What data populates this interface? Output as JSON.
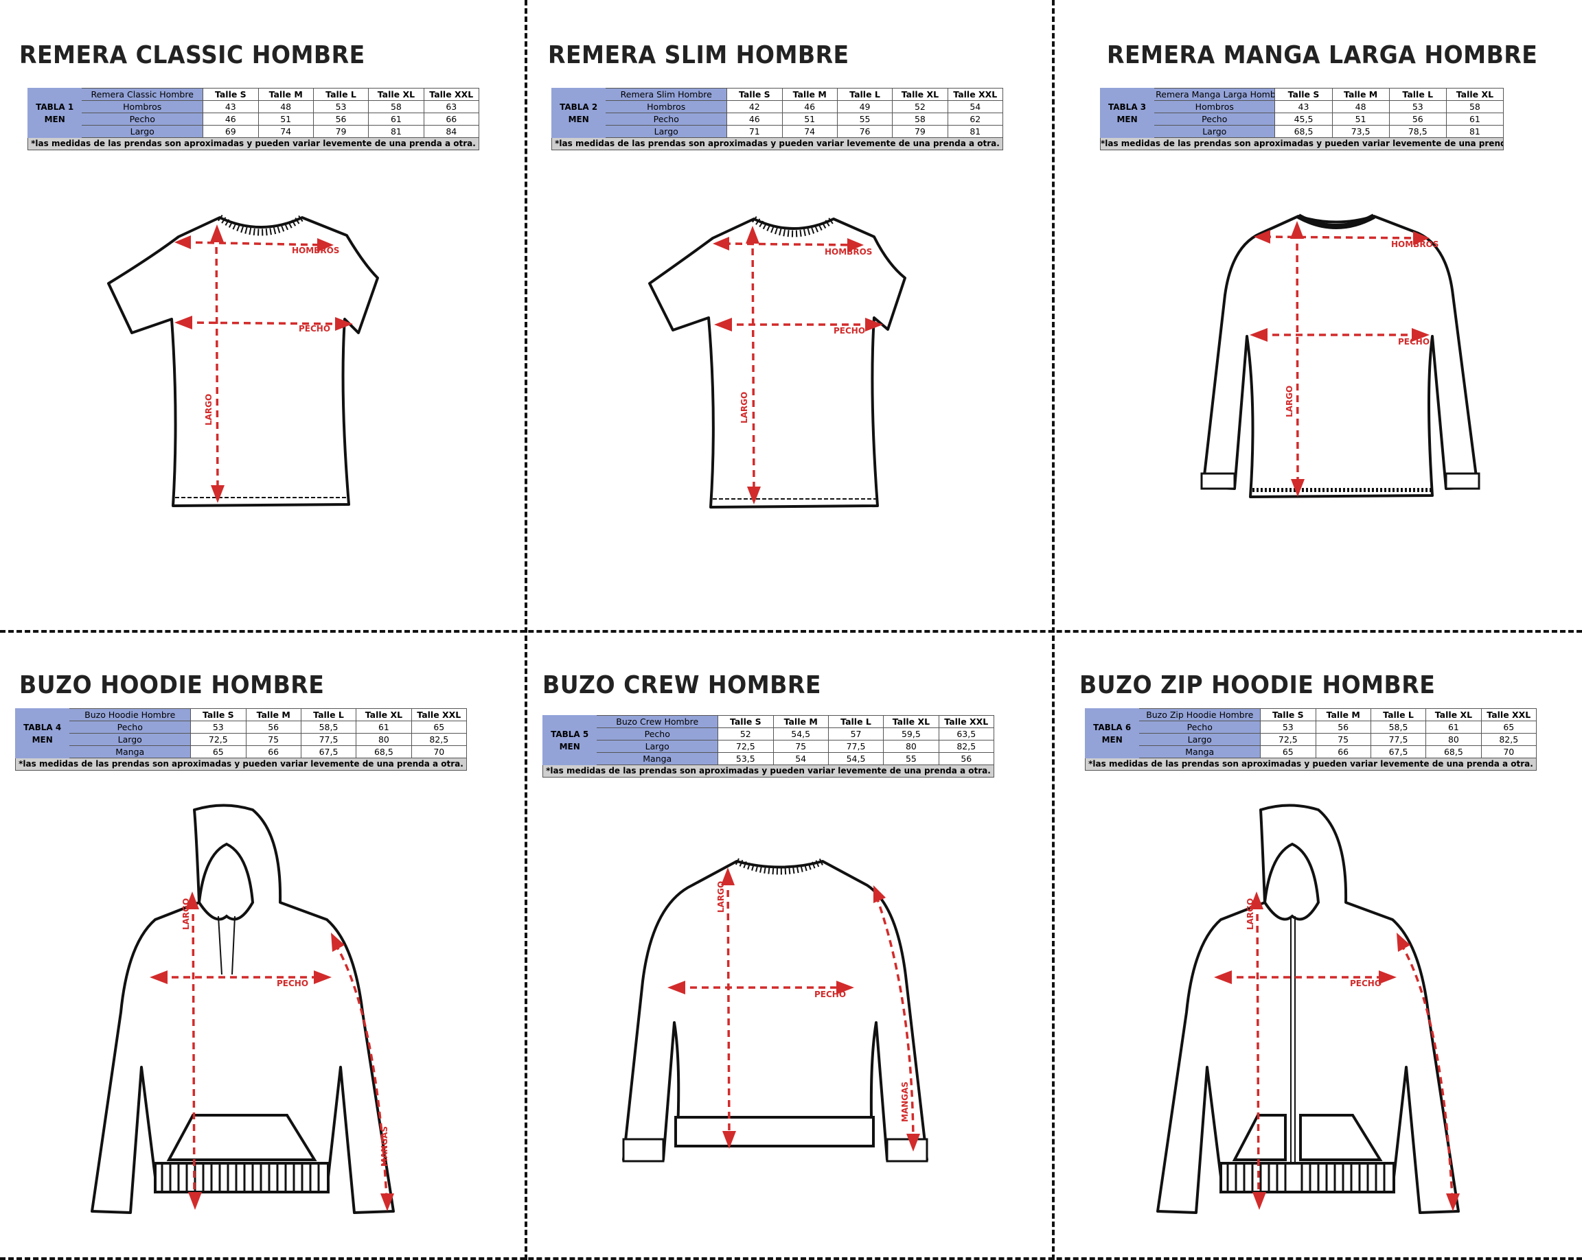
{
  "note_text": "*las medidas de las prendas son aproximadas y pueden variar levemente de una prenda a otra.",
  "measure_labels": {
    "hombros": "HOMBROS",
    "pecho": "PECHO",
    "largo": "LARGO",
    "mangas": "MANGAS"
  },
  "colors": {
    "accent_red": "#d22b2b",
    "table_blue": "#93a3d8",
    "note_gray": "#cfcfcf"
  },
  "panels": [
    {
      "title": "REMERA CLASSIC HOMBRE",
      "tag_line1": "TABLA 1",
      "tag_line2": "MEN",
      "header_name": "Remera Classic Hombre",
      "sizes": [
        "Talle S",
        "Talle M",
        "Talle L",
        "Talle XL",
        "Talle XXL"
      ],
      "rows": [
        {
          "label": "Hombros",
          "values": [
            "43",
            "48",
            "53",
            "58",
            "63"
          ]
        },
        {
          "label": "Pecho",
          "values": [
            "46",
            "51",
            "56",
            "61",
            "66"
          ]
        },
        {
          "label": "Largo",
          "values": [
            "69",
            "74",
            "79",
            "81",
            "84"
          ]
        }
      ],
      "garment_icon": "tshirt-outline-icon"
    },
    {
      "title": "REMERA SLIM HOMBRE",
      "tag_line1": "TABLA 2",
      "tag_line2": "MEN",
      "header_name": "Remera Slim Hombre",
      "sizes": [
        "Talle S",
        "Talle M",
        "Talle L",
        "Talle XL",
        "Talle XXL"
      ],
      "rows": [
        {
          "label": "Hombros",
          "values": [
            "42",
            "46",
            "49",
            "52",
            "54"
          ]
        },
        {
          "label": "Pecho",
          "values": [
            "46",
            "51",
            "55",
            "58",
            "62"
          ]
        },
        {
          "label": "Largo",
          "values": [
            "71",
            "74",
            "76",
            "79",
            "81"
          ]
        }
      ],
      "garment_icon": "tshirt-slim-outline-icon"
    },
    {
      "title": "REMERA MANGA LARGA HOMBRE",
      "tag_line1": "TABLA 3",
      "tag_line2": "MEN",
      "header_name": "Remera Manga Larga Hombre",
      "sizes": [
        "Talle S",
        "Talle M",
        "Talle L",
        "Talle XL"
      ],
      "rows": [
        {
          "label": "Hombros",
          "values": [
            "43",
            "48",
            "53",
            "58"
          ]
        },
        {
          "label": "Pecho",
          "values": [
            "45,5",
            "51",
            "56",
            "61"
          ]
        },
        {
          "label": "Largo",
          "values": [
            "68,5",
            "73,5",
            "78,5",
            "81"
          ]
        }
      ],
      "garment_icon": "long-sleeve-shirt-outline-icon"
    },
    {
      "title": "BUZO HOODIE HOMBRE",
      "tag_line1": "TABLA 4",
      "tag_line2": "MEN",
      "header_name": "Buzo Hoodie Hombre",
      "sizes": [
        "Talle S",
        "Talle M",
        "Talle L",
        "Talle XL",
        "Talle XXL"
      ],
      "rows": [
        {
          "label": "Pecho",
          "values": [
            "53",
            "56",
            "58,5",
            "61",
            "65"
          ]
        },
        {
          "label": "Largo",
          "values": [
            "72,5",
            "75",
            "77,5",
            "80",
            "82,5"
          ]
        },
        {
          "label": "Manga",
          "values": [
            "65",
            "66",
            "67,5",
            "68,5",
            "70"
          ]
        }
      ],
      "garment_icon": "hoodie-outline-icon"
    },
    {
      "title": "BUZO CREW HOMBRE",
      "tag_line1": "TABLA 5",
      "tag_line2": "MEN",
      "header_name": "Buzo Crew Hombre",
      "sizes": [
        "Talle S",
        "Talle M",
        "Talle L",
        "Talle XL",
        "Talle XXL"
      ],
      "rows": [
        {
          "label": "Pecho",
          "values": [
            "52",
            "54,5",
            "57",
            "59,5",
            "63,5"
          ]
        },
        {
          "label": "Largo",
          "values": [
            "72,5",
            "75",
            "77,5",
            "80",
            "82,5"
          ]
        },
        {
          "label": "Manga",
          "values": [
            "53,5",
            "54",
            "54,5",
            "55",
            "56"
          ]
        }
      ],
      "garment_icon": "crew-sweatshirt-outline-icon"
    },
    {
      "title": "BUZO ZIP HOODIE HOMBRE",
      "tag_line1": "TABLA 6",
      "tag_line2": "MEN",
      "header_name": "Buzo Zip Hoodie Hombre",
      "sizes": [
        "Talle S",
        "Talle M",
        "Talle L",
        "Talle XL",
        "Talle XXL"
      ],
      "rows": [
        {
          "label": "Pecho",
          "values": [
            "53",
            "56",
            "58,5",
            "61",
            "65"
          ]
        },
        {
          "label": "Largo",
          "values": [
            "72,5",
            "75",
            "77,5",
            "80",
            "82,5"
          ]
        },
        {
          "label": "Manga",
          "values": [
            "65",
            "66",
            "67,5",
            "68,5",
            "70"
          ]
        }
      ],
      "garment_icon": "zip-hoodie-outline-icon"
    }
  ]
}
